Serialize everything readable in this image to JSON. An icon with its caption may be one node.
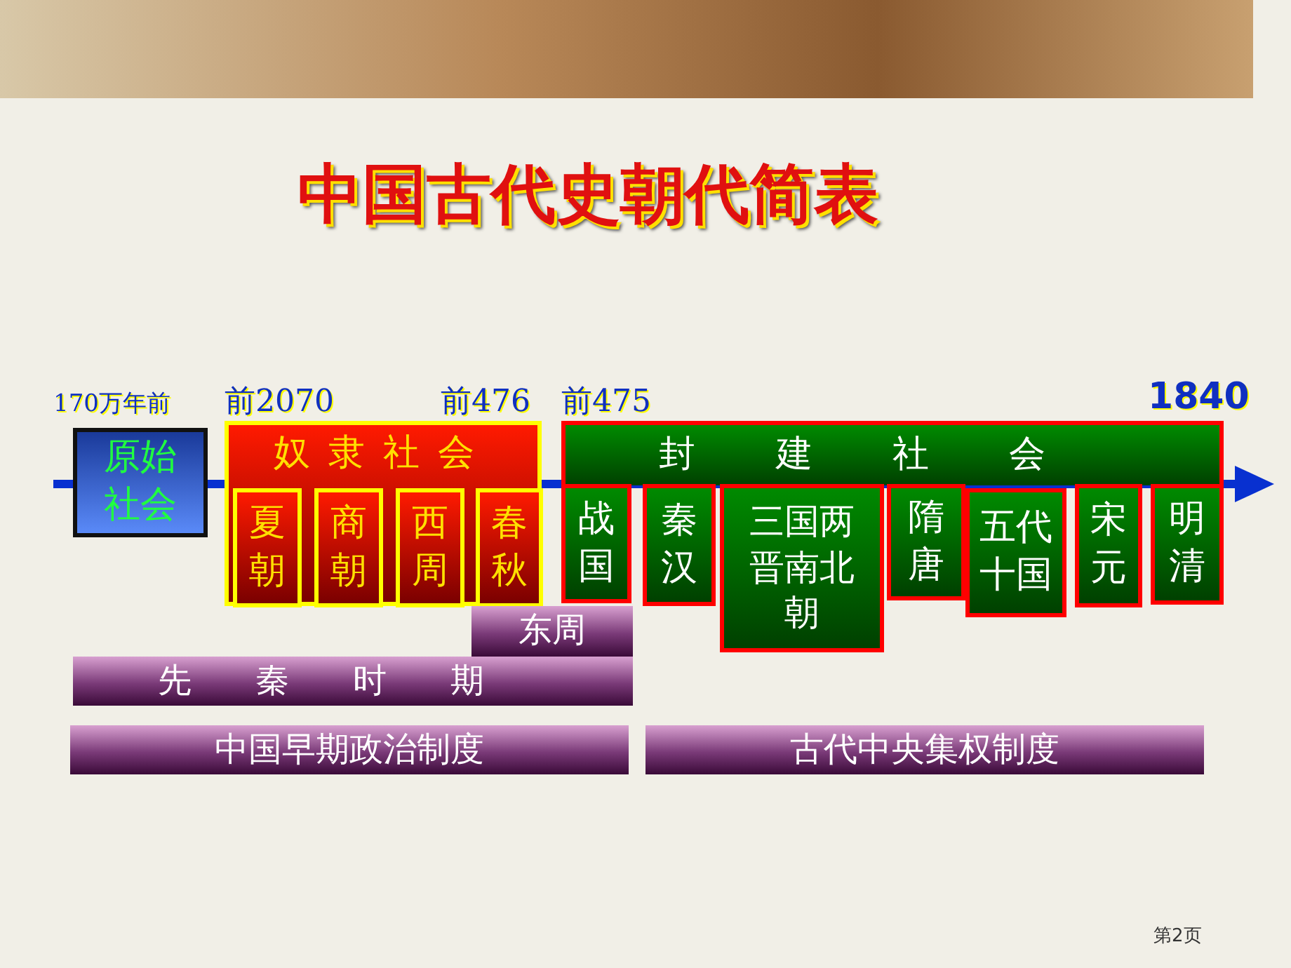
{
  "diagram": {
    "title": "中国古代史朝代简表",
    "nodes": [
      {
        "text": [
          "原始社会"
        ]
      },
      {
        "text": [
          "奴隶社会"
        ]
      },
      {
        "text": [
          "夏朝"
        ],
        "in": 1
      },
      {
        "text": [
          "商朝"
        ],
        "in": 1
      },
      {
        "text": [
          "西周"
        ],
        "in": 1
      },
      {
        "text": [
          "春秋"
        ],
        "in": 1
      },
      {
        "text": [
          "封建社会"
        ]
      },
      {
        "text": [
          "战国"
        ]
      },
      {
        "text": [
          "秦汉"
        ]
      },
      {
        "text": [
          "三国两晋南北朝"
        ]
      },
      {
        "text": [
          "隋唐"
        ]
      },
      {
        "text": [
          "五代十国"
        ]
      },
      {
        "text": [
          "宋元"
        ]
      },
      {
        "text": [
          "明清"
        ]
      },
      {
        "text": [
          "东周"
        ]
      },
      {
        "text": [
          "先秦时期"
        ]
      },
      {
        "text": [
          "中国早期政治制度"
        ]
      },
      {
        "text": [
          "古代中央集权制度"
        ]
      }
    ],
    "edges": [],
    "labels": [
      "170万年前",
      "前2070",
      "前476",
      "前475",
      "1840",
      "第2页"
    ]
  }
}
